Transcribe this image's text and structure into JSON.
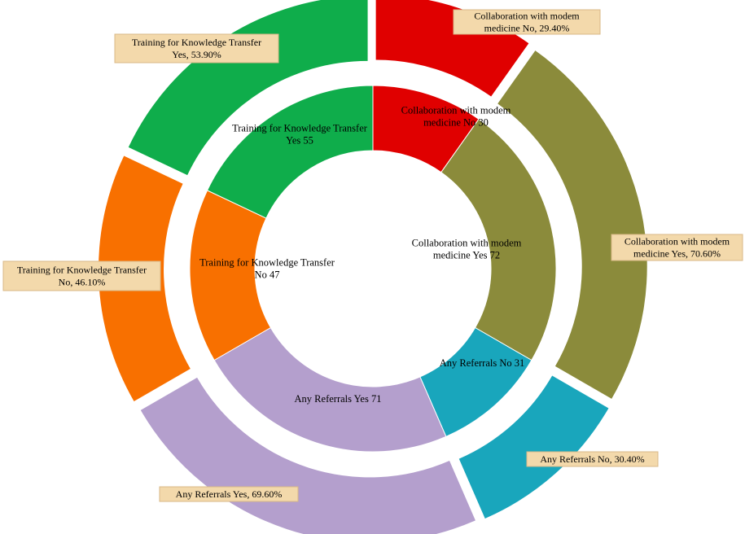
{
  "chart_data": {
    "type": "pie",
    "variant": "double-donut",
    "inner_ring": {
      "slices": [
        {
          "category": "Collaboration with modem medicine",
          "label": "No",
          "value": 30,
          "color": "#e00000",
          "text": [
            "Collaboration with modem",
            "medicine No 30"
          ]
        },
        {
          "category": "Collaboration with modem medicine",
          "label": "Yes",
          "value": 72,
          "color": "#8b8b3b",
          "text": [
            "Collaboration with modem",
            "medicine Yes 72"
          ]
        },
        {
          "category": "Any Referrals",
          "label": "No",
          "value": 31,
          "color": "#19a6bc",
          "text": [
            "Any Referrals No 31"
          ]
        },
        {
          "category": "Any Referrals",
          "label": "Yes",
          "value": 71,
          "color": "#b49fcd",
          "text": [
            "Any Referrals Yes 71"
          ]
        },
        {
          "category": "Training for Knowledge Transfer",
          "label": "No",
          "value": 47,
          "color": "#f87000",
          "text": [
            "Training for Knowledge Transfer",
            "No 47"
          ]
        },
        {
          "category": "Training for Knowledge Transfer",
          "label": "Yes",
          "value": 55,
          "color": "#0fad4b",
          "text": [
            "Training for Knowledge Transfer",
            "Yes 55"
          ]
        }
      ]
    },
    "outer_ring": {
      "slices": [
        {
          "category": "Collaboration with modem medicine",
          "label": "No",
          "value": 29.4,
          "color": "#e00000",
          "text": [
            "Collaboration with modem",
            "medicine No, 29.40%"
          ]
        },
        {
          "category": "Collaboration with modem medicine",
          "label": "Yes",
          "value": 70.6,
          "color": "#8b8b3b",
          "text": [
            "Collaboration with modem",
            "medicine Yes, 70.60%"
          ]
        },
        {
          "category": "Any Referrals",
          "label": "No",
          "value": 30.4,
          "color": "#19a6bc",
          "text": [
            "Any Referrals No, 30.40%"
          ]
        },
        {
          "category": "Any Referrals",
          "label": "Yes",
          "value": 69.6,
          "color": "#b49fcd",
          "text": [
            "Any Referrals Yes, 69.60%"
          ]
        },
        {
          "category": "Training for Knowledge Transfer",
          "label": "No",
          "value": 46.1,
          "color": "#f87000",
          "text": [
            "Training for Knowledge Transfer",
            "No, 46.10%"
          ]
        },
        {
          "category": "Training for Knowledge Transfer",
          "label": "Yes",
          "value": 53.9,
          "color": "#0fad4b",
          "text": [
            "Training for Knowledge Transfer",
            "Yes, 53.90%"
          ]
        }
      ]
    },
    "title": "",
    "legend": "none"
  }
}
